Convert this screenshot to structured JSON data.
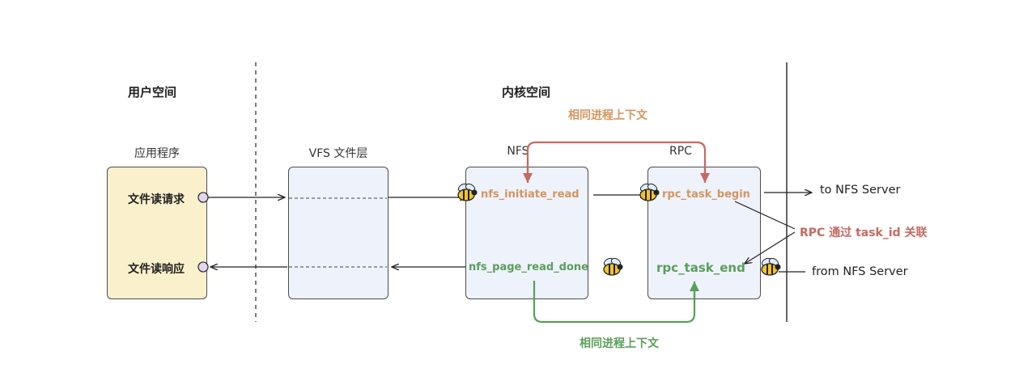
{
  "sections": {
    "user_space": "用户空间",
    "kernel_space": "内核空间"
  },
  "boxes": {
    "app": {
      "title": "应用程序",
      "request": "文件读请求",
      "response": "文件读响应"
    },
    "vfs": {
      "title": "VFS 文件层"
    },
    "nfs": {
      "title": "NFS",
      "initiate": "nfs_initiate_read",
      "done": "nfs_page_read_done"
    },
    "rpc": {
      "title": "RPC",
      "begin": "rpc_task_begin",
      "end": "rpc_task_end"
    }
  },
  "external": {
    "to_server": "to NFS Server",
    "from_server": "from NFS Server"
  },
  "annotations": {
    "same_context_top": "相同进程上下文",
    "same_context_bottom": "相同进程上下文",
    "rpc_link": "RPC 通过 task_id 关联"
  },
  "colors": {
    "orange": "#d4955f",
    "red_arrow": "#c46a62",
    "green": "#5a9e5a",
    "app_fill": "#fbf0cc",
    "kernel_fill": "#eef2fb"
  },
  "icons": [
    "bee-icon"
  ]
}
